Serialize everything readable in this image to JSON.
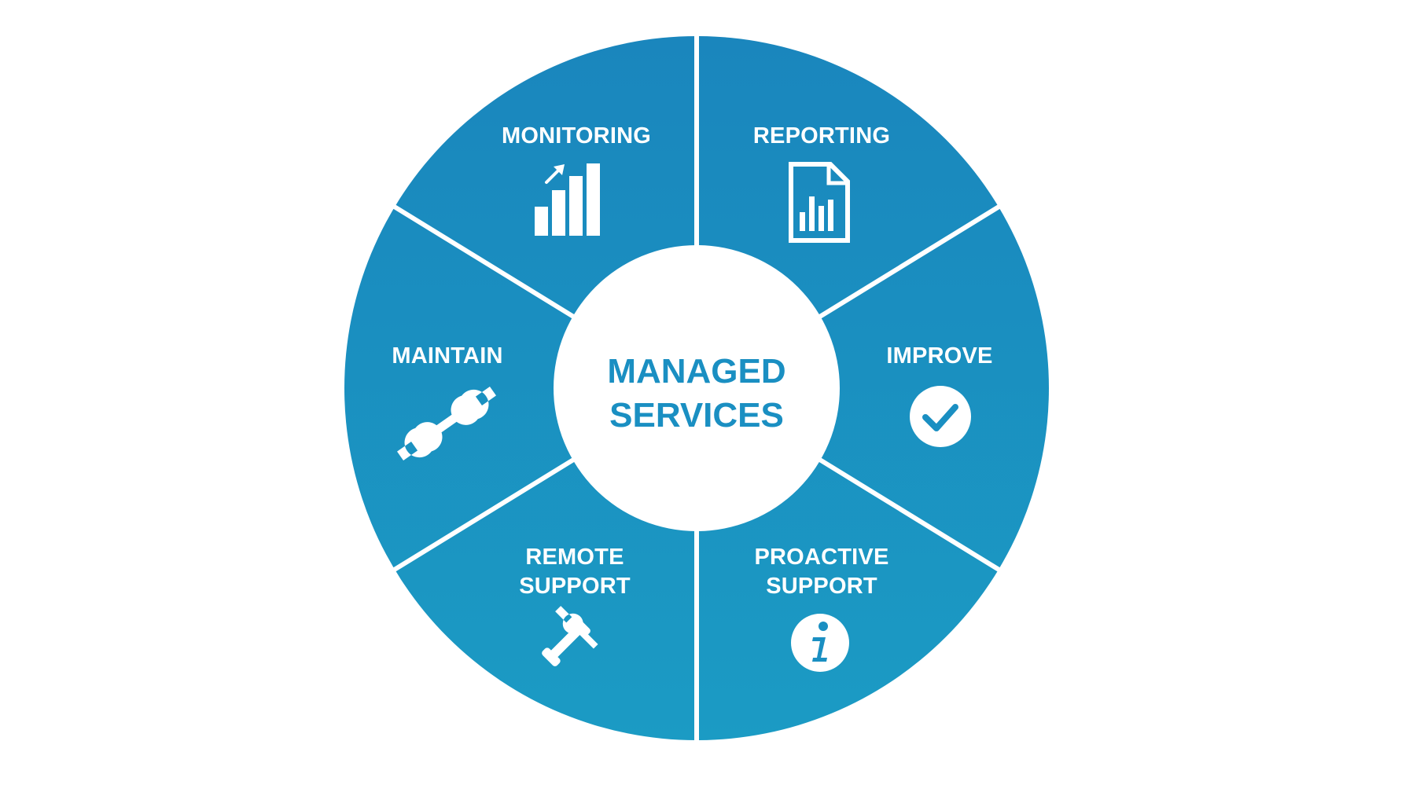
{
  "colors": {
    "ring_top": "#1a86bd",
    "ring_bottom": "#1b9bc4",
    "divider": "#ffffff",
    "center_fill": "#ffffff",
    "center_text": "#1a8fc2",
    "icon": "#ffffff"
  },
  "center": {
    "line1": "MANAGED",
    "line2": "SERVICES"
  },
  "segments": [
    {
      "id": "reporting",
      "line1": "REPORTING",
      "line2": "",
      "icon": "document-chart-icon"
    },
    {
      "id": "improve",
      "line1": "IMPROVE",
      "line2": "",
      "icon": "check-circle-icon"
    },
    {
      "id": "proactive-support",
      "line1": "PROACTIVE",
      "line2": "SUPPORT",
      "icon": "info-circle-icon"
    },
    {
      "id": "remote-support",
      "line1": "REMOTE",
      "line2": "SUPPORT",
      "icon": "phone-wrench-icon"
    },
    {
      "id": "maintain",
      "line1": "MAINTAIN",
      "line2": "",
      "icon": "wrench-icon"
    },
    {
      "id": "monitoring",
      "line1": "MONITORING",
      "line2": "",
      "icon": "bar-chart-growth-icon"
    }
  ]
}
